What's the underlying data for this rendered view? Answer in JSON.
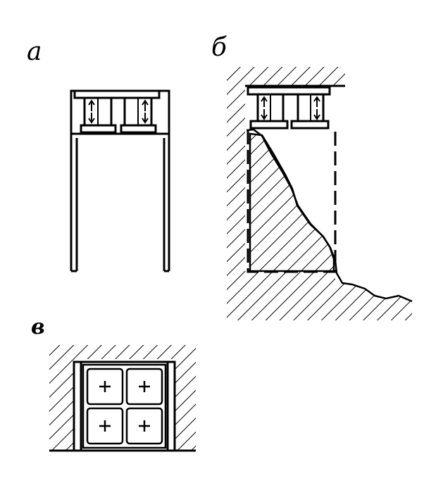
{
  "labels": {
    "a": "а",
    "b": "б",
    "v": "в"
  },
  "colors": {
    "ink": "#000000",
    "paper": "#ffffff"
  },
  "icons": {
    "jack_arrows": "double-headed-arrow",
    "cross_mark": "plus"
  }
}
